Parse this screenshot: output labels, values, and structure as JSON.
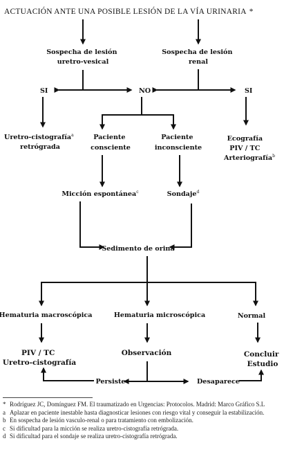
{
  "title": "ACTUACIÓN ANTE UNA POSIBLE LESIÓN DE LA VÍA URINARIA",
  "title_mark": "*",
  "nodes": {
    "sospecha_uretro_1": "Sospecha de lesión",
    "sospecha_uretro_2": "uretro-vesical",
    "sospecha_renal_1": "Sospecha de lesión",
    "sospecha_renal_2": "renal",
    "si_left": "SI",
    "no": "NO",
    "si_right": "SI",
    "uretro_cisto_1": "Uretro-cistografía",
    "uretro_cisto_mark": "a",
    "uretro_cisto_2": "retrógrada",
    "paciente_consciente_1": "Paciente",
    "paciente_consciente_2": "consciente",
    "paciente_inconsciente_1": "Paciente",
    "paciente_inconsciente_2": "inconsciente",
    "ecografia_1": "Ecografía",
    "ecografia_2": "PIV / TC",
    "ecografia_3": "Arteriografía",
    "ecografia_mark": "b",
    "miccion": "Micción espontánea",
    "miccion_mark": "c",
    "sondaje": "Sondaje",
    "sondaje_mark": "d",
    "sedimento": "Sedimento de orina",
    "hematuria_macro": "Hematuria macroscópica",
    "hematuria_micro": "Hematuria microscópica",
    "normal": "Normal",
    "piv_tc_1": "PIV / TC",
    "piv_tc_2": "Uretro-cistografía",
    "observacion": "Observación",
    "concluir_1": "Concluir",
    "concluir_2": "Estudio",
    "persiste": "Persiste",
    "desaparece": "Desaparece"
  },
  "footnotes": [
    {
      "mark": "*",
      "text": "Rodríguez JC, Domínguez FM. El traumatizado en Urgencias: Protocolos. Madrid: Marco Gráfico S.L"
    },
    {
      "mark": "a",
      "text": "Aplazar en paciente inestable hasta diagnosticar lesiones con riesgo vital y conseguir la estabilización."
    },
    {
      "mark": "b",
      "text": "En sospecha de lesión vasculo-renal o para tratamiento con embolización."
    },
    {
      "mark": "c",
      "text": "Si dificultad para la micción se realiza uretro-cistografía retrógrada."
    },
    {
      "mark": "d",
      "text": "Si dificultad para el sondaje se realiza uretro-cistografía retrógrada."
    }
  ]
}
